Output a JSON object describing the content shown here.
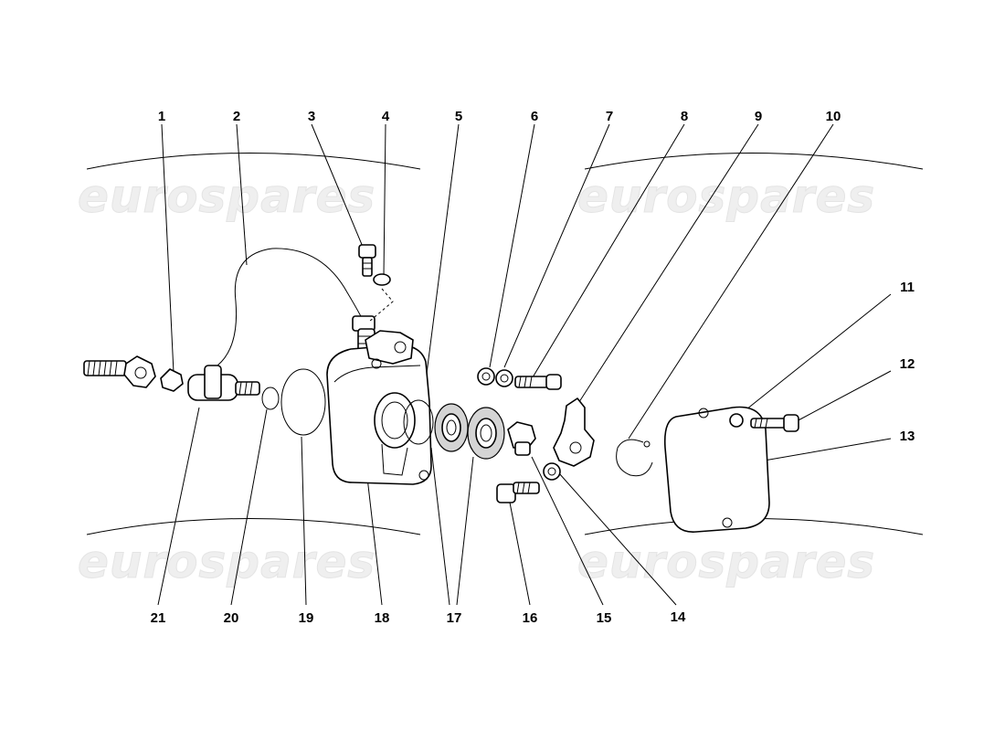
{
  "watermark": {
    "text": "eurospares"
  },
  "callouts": [
    {
      "id": "1",
      "label": "1"
    },
    {
      "id": "2",
      "label": "2"
    },
    {
      "id": "3",
      "label": "3"
    },
    {
      "id": "4",
      "label": "4"
    },
    {
      "id": "5",
      "label": "5"
    },
    {
      "id": "6",
      "label": "6"
    },
    {
      "id": "7",
      "label": "7"
    },
    {
      "id": "8",
      "label": "8"
    },
    {
      "id": "9",
      "label": "9"
    },
    {
      "id": "10",
      "label": "10"
    },
    {
      "id": "11",
      "label": "11"
    },
    {
      "id": "12",
      "label": "12"
    },
    {
      "id": "13",
      "label": "13"
    },
    {
      "id": "14",
      "label": "14"
    },
    {
      "id": "15",
      "label": "15"
    },
    {
      "id": "16",
      "label": "16"
    },
    {
      "id": "17",
      "label": "17"
    },
    {
      "id": "18",
      "label": "18"
    },
    {
      "id": "19",
      "label": "19"
    },
    {
      "id": "20",
      "label": "20"
    },
    {
      "id": "21",
      "label": "21"
    }
  ],
  "colors": {
    "line": "#000000",
    "watermark": "#efefef",
    "background": "#ffffff"
  }
}
